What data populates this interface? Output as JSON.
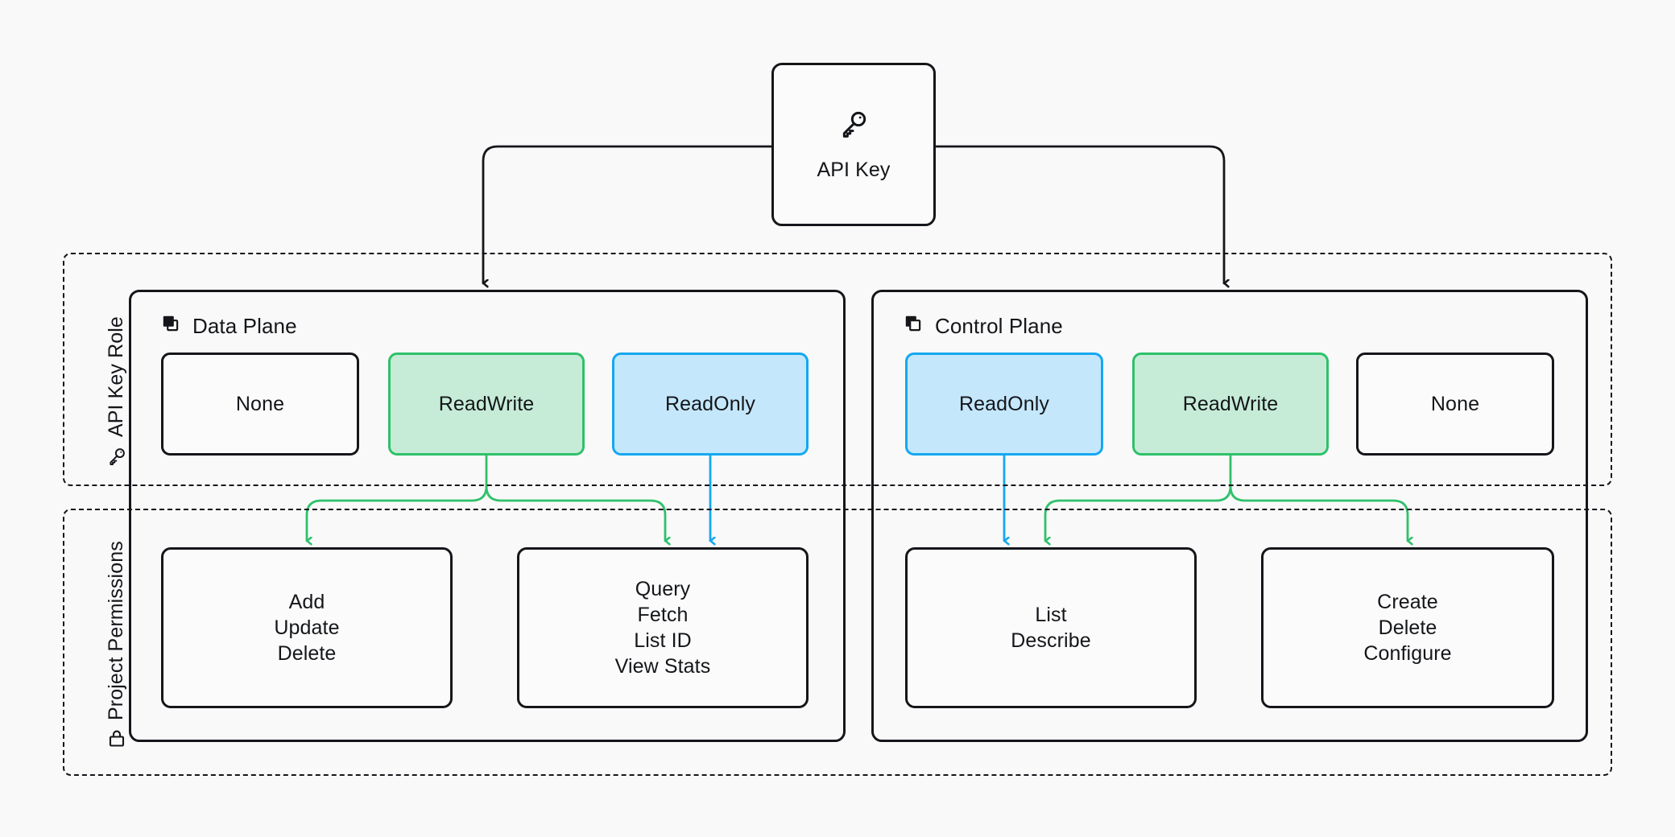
{
  "canvas": {
    "background": "#f9f9f9",
    "ink": "#14161a",
    "green_fill": "#c6ecd8",
    "green_stroke": "#2fc16a",
    "blue_fill": "#c4e7fb",
    "blue_stroke": "#14a8ef"
  },
  "root": {
    "label": "API Key",
    "icon": "key-icon"
  },
  "lanes": [
    {
      "id": "api-key-role",
      "label": "API Key Role",
      "icon": "key-icon"
    },
    {
      "id": "project-permissions",
      "label": "Project Permissions",
      "icon": "lock-icon"
    }
  ],
  "planes": [
    {
      "id": "data-plane",
      "title": "Data Plane",
      "icon": "layers-front-filled-icon",
      "roles": [
        {
          "id": "dp-none",
          "label": "None",
          "variant": "plain"
        },
        {
          "id": "dp-readwrite",
          "label": "ReadWrite",
          "variant": "green"
        },
        {
          "id": "dp-readonly",
          "label": "ReadOnly",
          "variant": "blue"
        }
      ],
      "permissions": [
        {
          "id": "dp-perm-write",
          "label": "Add\nUpdate\nDelete"
        },
        {
          "id": "dp-perm-read",
          "label": "Query\nFetch\nList ID\nView Stats"
        }
      ]
    },
    {
      "id": "control-plane",
      "title": "Control Plane",
      "icon": "layers-back-filled-icon",
      "roles": [
        {
          "id": "cp-readonly",
          "label": "ReadOnly",
          "variant": "blue"
        },
        {
          "id": "cp-readwrite",
          "label": "ReadWrite",
          "variant": "green"
        },
        {
          "id": "cp-none",
          "label": "None",
          "variant": "plain"
        }
      ],
      "permissions": [
        {
          "id": "cp-perm-read",
          "label": "List\nDescribe"
        },
        {
          "id": "cp-perm-write",
          "label": "Create\nDelete\nConfigure"
        }
      ]
    }
  ]
}
